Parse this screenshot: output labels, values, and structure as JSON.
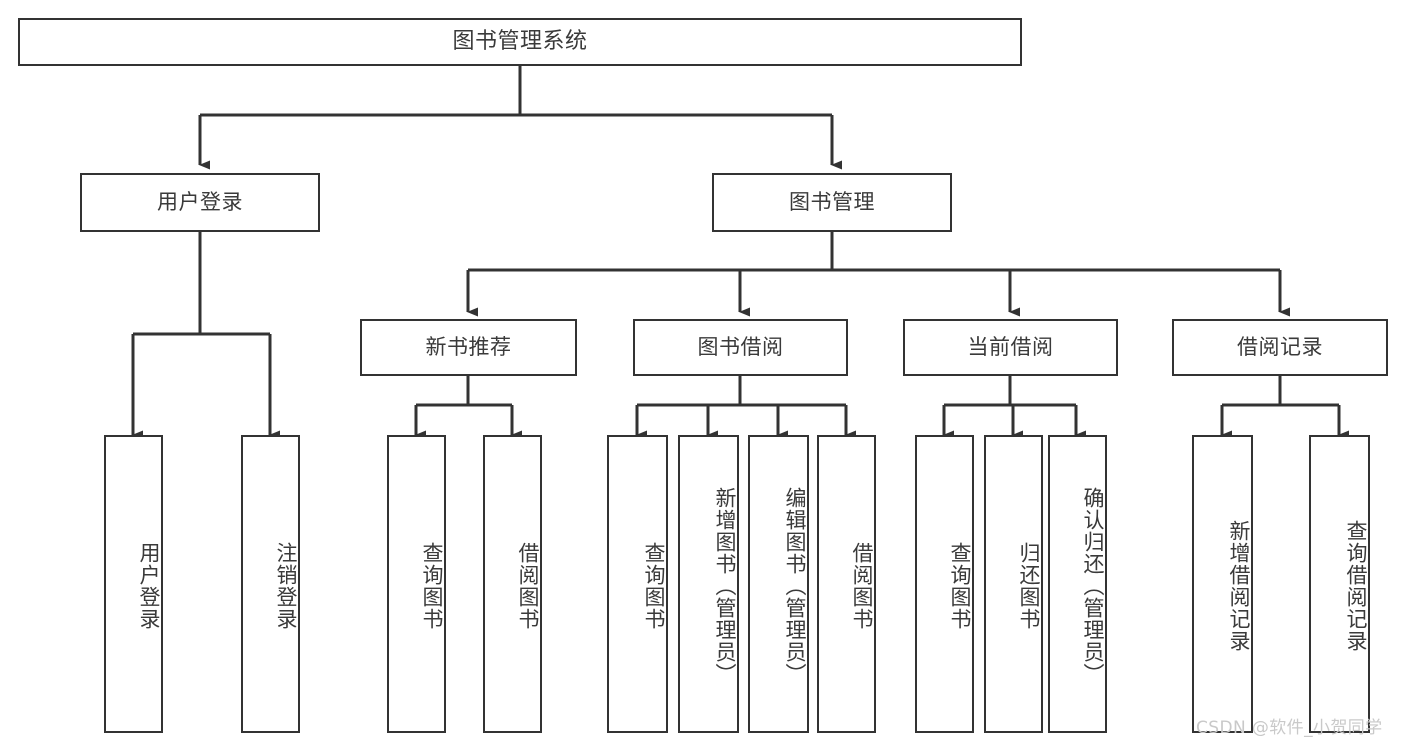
{
  "diagram": {
    "title": "图书管理系统",
    "type": "tree-hierarchy-diagram",
    "colors": {
      "box_border": "#333333",
      "box_fill": "#ffffff",
      "text": "#3a3a3a",
      "edge": "#333333",
      "watermark": "#c9c9c9",
      "background": "#ffffff"
    },
    "watermark": "CSDN @软件_小贺同学",
    "root": {
      "label": "图书管理系统"
    },
    "level2": [
      {
        "label": "用户登录"
      },
      {
        "label": "图书管理"
      }
    ],
    "level3": [
      {
        "label": "新书推荐"
      },
      {
        "label": "图书借阅"
      },
      {
        "label": "当前借阅"
      },
      {
        "label": "借阅记录"
      }
    ],
    "leaves": {
      "user_login": [
        {
          "label": "用户登录"
        },
        {
          "label": "注销登录"
        }
      ],
      "new_book_recommend": [
        {
          "label": "查询图书"
        },
        {
          "label": "借阅图书"
        }
      ],
      "book_borrow": [
        {
          "label": "查询图书"
        },
        {
          "label": "新增图书（管理员）"
        },
        {
          "label": "编辑图书（管理员）"
        },
        {
          "label": "借阅图书"
        }
      ],
      "current_borrow": [
        {
          "label": "查询图书"
        },
        {
          "label": "归还图书"
        },
        {
          "label": "确认归还（管理员）"
        }
      ],
      "borrow_record": [
        {
          "label": "新增借阅记录"
        },
        {
          "label": "查询借阅记录"
        }
      ]
    }
  }
}
